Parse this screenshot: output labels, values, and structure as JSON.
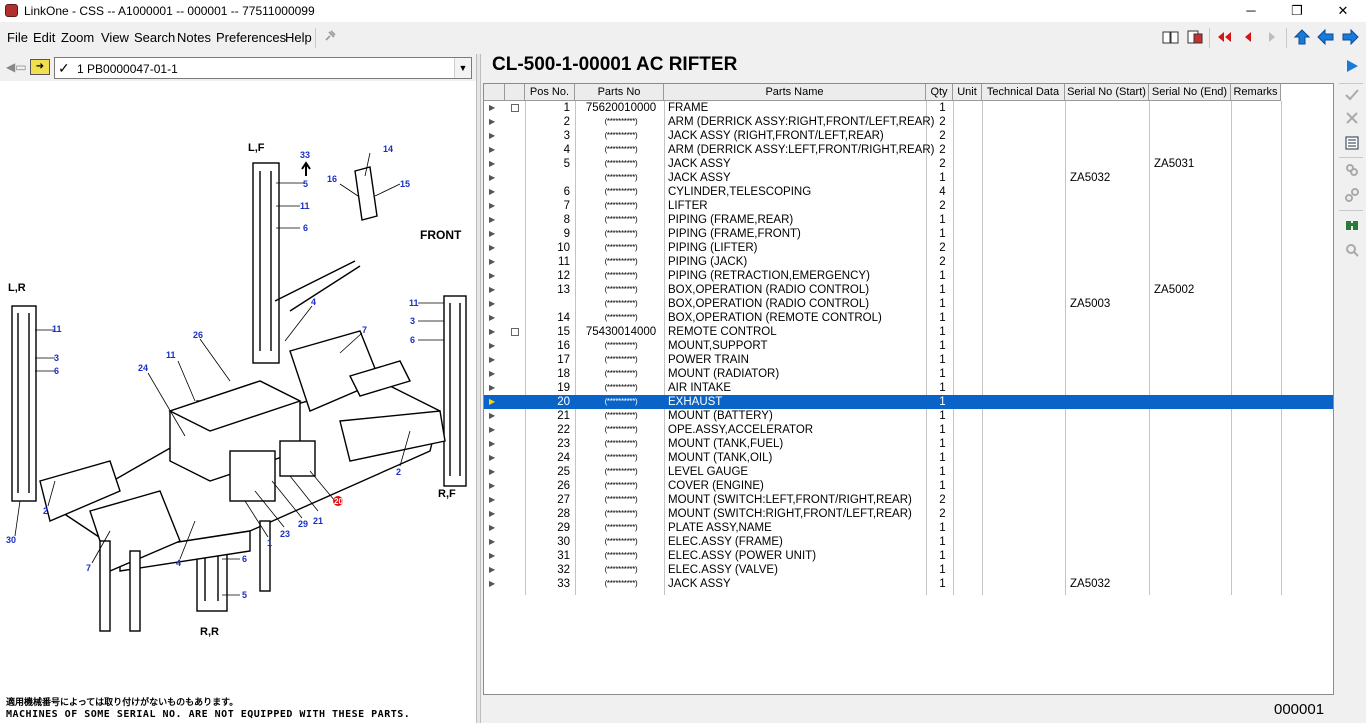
{
  "window": {
    "title": "LinkOne - CSS -- A1000001 -- 000001 -- 77511000099",
    "minimize": "─",
    "maximize": "❐",
    "close": "✕"
  },
  "menu": [
    "File",
    "Edit",
    "Zoom",
    "View",
    "Search",
    "Notes",
    "Preferences",
    "Help"
  ],
  "toolbar": {
    "pin_icon": "pin-icon",
    "book_icon": "book-icon",
    "notes_icon": "notes-icon",
    "first_icon": "first-page-icon",
    "prev_icon": "previous-page-icon",
    "next_icon": "next-page-icon",
    "up_icon": "up-level-icon",
    "back_icon": "back-icon",
    "forward_icon": "forward-icon"
  },
  "left": {
    "combo_value": "1 PB0000047-01-1",
    "check_mark": "✓",
    "note_jp": "適用機械番号によっては取り付けがないものもあります。",
    "note_en": "MACHINES OF SOME SERIAL NO. ARE NOT EQUIPPED WITH THESE PARTS.",
    "labels": {
      "lf": "L,F",
      "lr": "L,R",
      "rf": "R,F",
      "rr": "R,R",
      "front": "FRONT",
      "n33": "33",
      "n14": "14",
      "n16": "16",
      "n15": "15",
      "n5a": "5",
      "n11a": "11",
      "n6a": "6",
      "n4a": "4",
      "n7a": "7",
      "n26": "26",
      "n11b": "11",
      "n24": "24",
      "n11c": "11",
      "n3a": "3",
      "n6b": "6",
      "n11d": "11",
      "n3b": "3",
      "n6c": "6",
      "n2a": "2",
      "n2b": "2",
      "n20": "20",
      "n21": "21",
      "n29": "29",
      "n23": "23",
      "n1": "1",
      "n30": "30",
      "n7b": "7",
      "n4b": "4",
      "n6d": "6",
      "n5b": "5"
    }
  },
  "right": {
    "heading": "CL-500-1-00001 AC RIFTER",
    "columns": [
      "Pos No.",
      "Parts No",
      "Parts Name",
      "Qty",
      "Unit",
      "Technical Data",
      "Serial No (Start)",
      "Serial No (End)",
      "Remarks"
    ],
    "row_arrow": "▶",
    "rows": [
      {
        "pos": "1",
        "pno": "75620010000",
        "name": "FRAME",
        "qty": "1",
        "ss": "",
        "se": "",
        "check": true
      },
      {
        "pos": "2",
        "pno": "(**********)",
        "name": "ARM (DERRICK ASSY:RIGHT,FRONT/LEFT,REAR)",
        "qty": "2",
        "ss": "",
        "se": ""
      },
      {
        "pos": "3",
        "pno": "(**********)",
        "name": "JACK ASSY (RIGHT,FRONT/LEFT,REAR)",
        "qty": "2",
        "ss": "",
        "se": ""
      },
      {
        "pos": "4",
        "pno": "(**********)",
        "name": "ARM (DERRICK ASSY:LEFT,FRONT/RIGHT,REAR)",
        "qty": "2",
        "ss": "",
        "se": ""
      },
      {
        "pos": "5",
        "pno": "(**********)",
        "name": "JACK ASSY",
        "qty": "2",
        "ss": "",
        "se": "ZA5031"
      },
      {
        "pos": "",
        "pno": "(**********)",
        "name": "JACK ASSY",
        "qty": "1",
        "ss": "ZA5032",
        "se": ""
      },
      {
        "pos": "6",
        "pno": "(**********)",
        "name": "CYLINDER,TELESCOPING",
        "qty": "4",
        "ss": "",
        "se": ""
      },
      {
        "pos": "7",
        "pno": "(**********)",
        "name": "LIFTER",
        "qty": "2",
        "ss": "",
        "se": ""
      },
      {
        "pos": "8",
        "pno": "(**********)",
        "name": "PIPING (FRAME,REAR)",
        "qty": "1",
        "ss": "",
        "se": ""
      },
      {
        "pos": "9",
        "pno": "(**********)",
        "name": "PIPING (FRAME,FRONT)",
        "qty": "1",
        "ss": "",
        "se": ""
      },
      {
        "pos": "10",
        "pno": "(**********)",
        "name": "PIPING (LIFTER)",
        "qty": "2",
        "ss": "",
        "se": ""
      },
      {
        "pos": "11",
        "pno": "(**********)",
        "name": "PIPING (JACK)",
        "qty": "2",
        "ss": "",
        "se": ""
      },
      {
        "pos": "12",
        "pno": "(**********)",
        "name": "PIPING (RETRACTION,EMERGENCY)",
        "qty": "1",
        "ss": "",
        "se": ""
      },
      {
        "pos": "13",
        "pno": "(**********)",
        "name": "BOX,OPERATION (RADIO CONTROL)",
        "qty": "1",
        "ss": "",
        "se": "ZA5002"
      },
      {
        "pos": "",
        "pno": "(**********)",
        "name": "BOX,OPERATION (RADIO CONTROL)",
        "qty": "1",
        "ss": "ZA5003",
        "se": ""
      },
      {
        "pos": "14",
        "pno": "(**********)",
        "name": "BOX,OPERATION (REMOTE CONTROL)",
        "qty": "1",
        "ss": "",
        "se": ""
      },
      {
        "pos": "15",
        "pno": "75430014000",
        "name": "REMOTE CONTROL",
        "qty": "1",
        "ss": "",
        "se": "",
        "check": true
      },
      {
        "pos": "16",
        "pno": "(**********)",
        "name": "MOUNT,SUPPORT",
        "qty": "1",
        "ss": "",
        "se": ""
      },
      {
        "pos": "17",
        "pno": "(**********)",
        "name": "POWER TRAIN",
        "qty": "1",
        "ss": "",
        "se": ""
      },
      {
        "pos": "18",
        "pno": "(**********)",
        "name": "MOUNT (RADIATOR)",
        "qty": "1",
        "ss": "",
        "se": ""
      },
      {
        "pos": "19",
        "pno": "(**********)",
        "name": "AIR INTAKE",
        "qty": "1",
        "ss": "",
        "se": ""
      },
      {
        "pos": "20",
        "pno": "(**********)",
        "name": "EXHAUST",
        "qty": "1",
        "ss": "",
        "se": "",
        "selected": true
      },
      {
        "pos": "21",
        "pno": "(**********)",
        "name": "MOUNT (BATTERY)",
        "qty": "1",
        "ss": "",
        "se": ""
      },
      {
        "pos": "22",
        "pno": "(**********)",
        "name": "OPE.ASSY,ACCELERATOR",
        "qty": "1",
        "ss": "",
        "se": ""
      },
      {
        "pos": "23",
        "pno": "(**********)",
        "name": "MOUNT (TANK,FUEL)",
        "qty": "1",
        "ss": "",
        "se": ""
      },
      {
        "pos": "24",
        "pno": "(**********)",
        "name": "MOUNT (TANK,OIL)",
        "qty": "1",
        "ss": "",
        "se": ""
      },
      {
        "pos": "25",
        "pno": "(**********)",
        "name": "LEVEL GAUGE",
        "qty": "1",
        "ss": "",
        "se": ""
      },
      {
        "pos": "26",
        "pno": "(**********)",
        "name": "COVER (ENGINE)",
        "qty": "1",
        "ss": "",
        "se": ""
      },
      {
        "pos": "27",
        "pno": "(**********)",
        "name": "MOUNT (SWITCH:LEFT,FRONT/RIGHT,REAR)",
        "qty": "2",
        "ss": "",
        "se": ""
      },
      {
        "pos": "28",
        "pno": "(**********)",
        "name": "MOUNT (SWITCH:RIGHT,FRONT/LEFT,REAR)",
        "qty": "2",
        "ss": "",
        "se": ""
      },
      {
        "pos": "29",
        "pno": "(**********)",
        "name": "PLATE ASSY,NAME",
        "qty": "1",
        "ss": "",
        "se": ""
      },
      {
        "pos": "30",
        "pno": "(**********)",
        "name": "ELEC.ASSY (FRAME)",
        "qty": "1",
        "ss": "",
        "se": ""
      },
      {
        "pos": "31",
        "pno": "(**********)",
        "name": "ELEC.ASSY (POWER UNIT)",
        "qty": "1",
        "ss": "",
        "se": ""
      },
      {
        "pos": "32",
        "pno": "(**********)",
        "name": "ELEC.ASSY (VALVE)",
        "qty": "1",
        "ss": "",
        "se": ""
      },
      {
        "pos": "33",
        "pno": "(**********)",
        "name": "JACK ASSY",
        "qty": "1",
        "ss": "ZA5032",
        "se": ""
      }
    ],
    "footer": "000001"
  },
  "side_tools": [
    "play-icon",
    "check-icon",
    "delete-icon",
    "list-icon",
    "link-icon",
    "unlink-icon",
    "binoculars-icon",
    "zoom-icon"
  ],
  "colors": {
    "selection": "#0a64c8",
    "callout": "#1a2fc8",
    "highlight_callout": "#e01010"
  }
}
